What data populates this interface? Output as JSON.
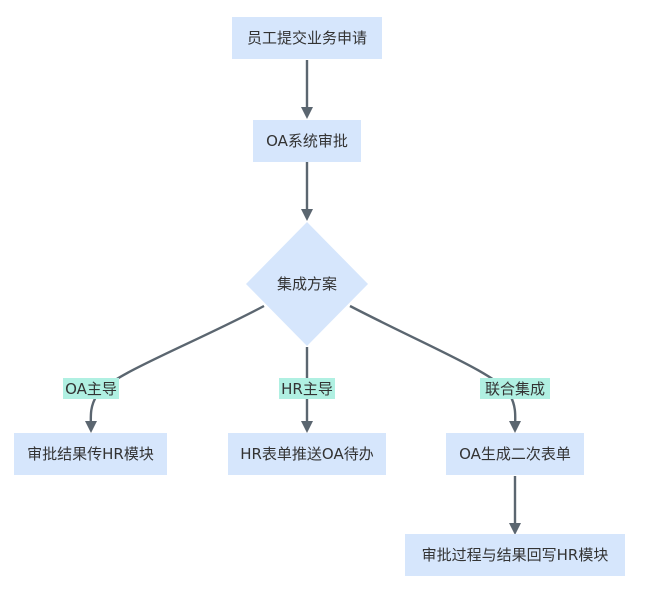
{
  "colors": {
    "node_fill": "#d6e6fc",
    "edge_stroke": "#5b6670",
    "edge_label_bg": "#b0f0e2",
    "text": "#333333",
    "background": "#ffffff"
  },
  "nodes": {
    "start": "员工提交业务申请",
    "oa_approval": "OA系统审批",
    "decision": "集成方案",
    "left_result": "审批结果传HR模块",
    "middle_result": "HR表单推送OA待办",
    "right_result": "OA生成二次表单",
    "final_result": "审批过程与结果回写HR模块"
  },
  "edge_labels": {
    "left": "OA主导",
    "middle": "HR主导",
    "right": "联合集成"
  }
}
